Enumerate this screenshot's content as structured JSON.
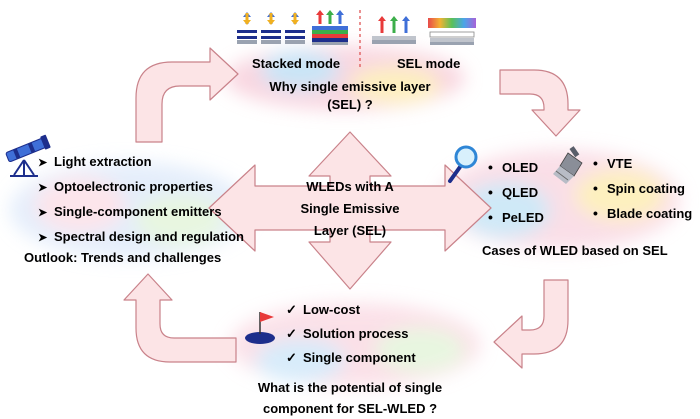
{
  "center": {
    "lines": [
      "WLEDs with A",
      "Single Emissive",
      "Layer (SEL)"
    ]
  },
  "top": {
    "mode_labels": [
      "Stacked mode",
      "SEL mode"
    ],
    "question_lines": [
      "Why single emissive layer",
      "(SEL) ?"
    ]
  },
  "left": {
    "items": [
      "Light extraction",
      "Optoelectronic properties",
      "Single-component emitters",
      "Spectral design and regulation"
    ],
    "caption": "Outlook: Trends and challenges"
  },
  "right": {
    "devices": [
      "OLED",
      "QLED",
      "PeLED"
    ],
    "methods": [
      "VTE",
      "Spin coating",
      "Blade coating"
    ],
    "caption": "Cases of WLED based on SEL"
  },
  "bottom": {
    "items": [
      "Low-cost",
      "Solution process",
      "Single component"
    ],
    "question_lines": [
      "What is the potential of single",
      "component for SEL-WLED ?"
    ]
  },
  "colors": {
    "arrow_fill": "#fce4e6",
    "arrow_stroke": "#c9828a",
    "red": "#e83a3a",
    "green": "#3cae4a",
    "blue": "#3f6fd8",
    "dark_blue": "#1d2e8c",
    "gold": "#f0b020"
  },
  "icons": [
    "telescope-icon",
    "magnifier-icon",
    "brush-icon",
    "flag-icon",
    "stacked-device-icon",
    "sel-device-icon"
  ]
}
